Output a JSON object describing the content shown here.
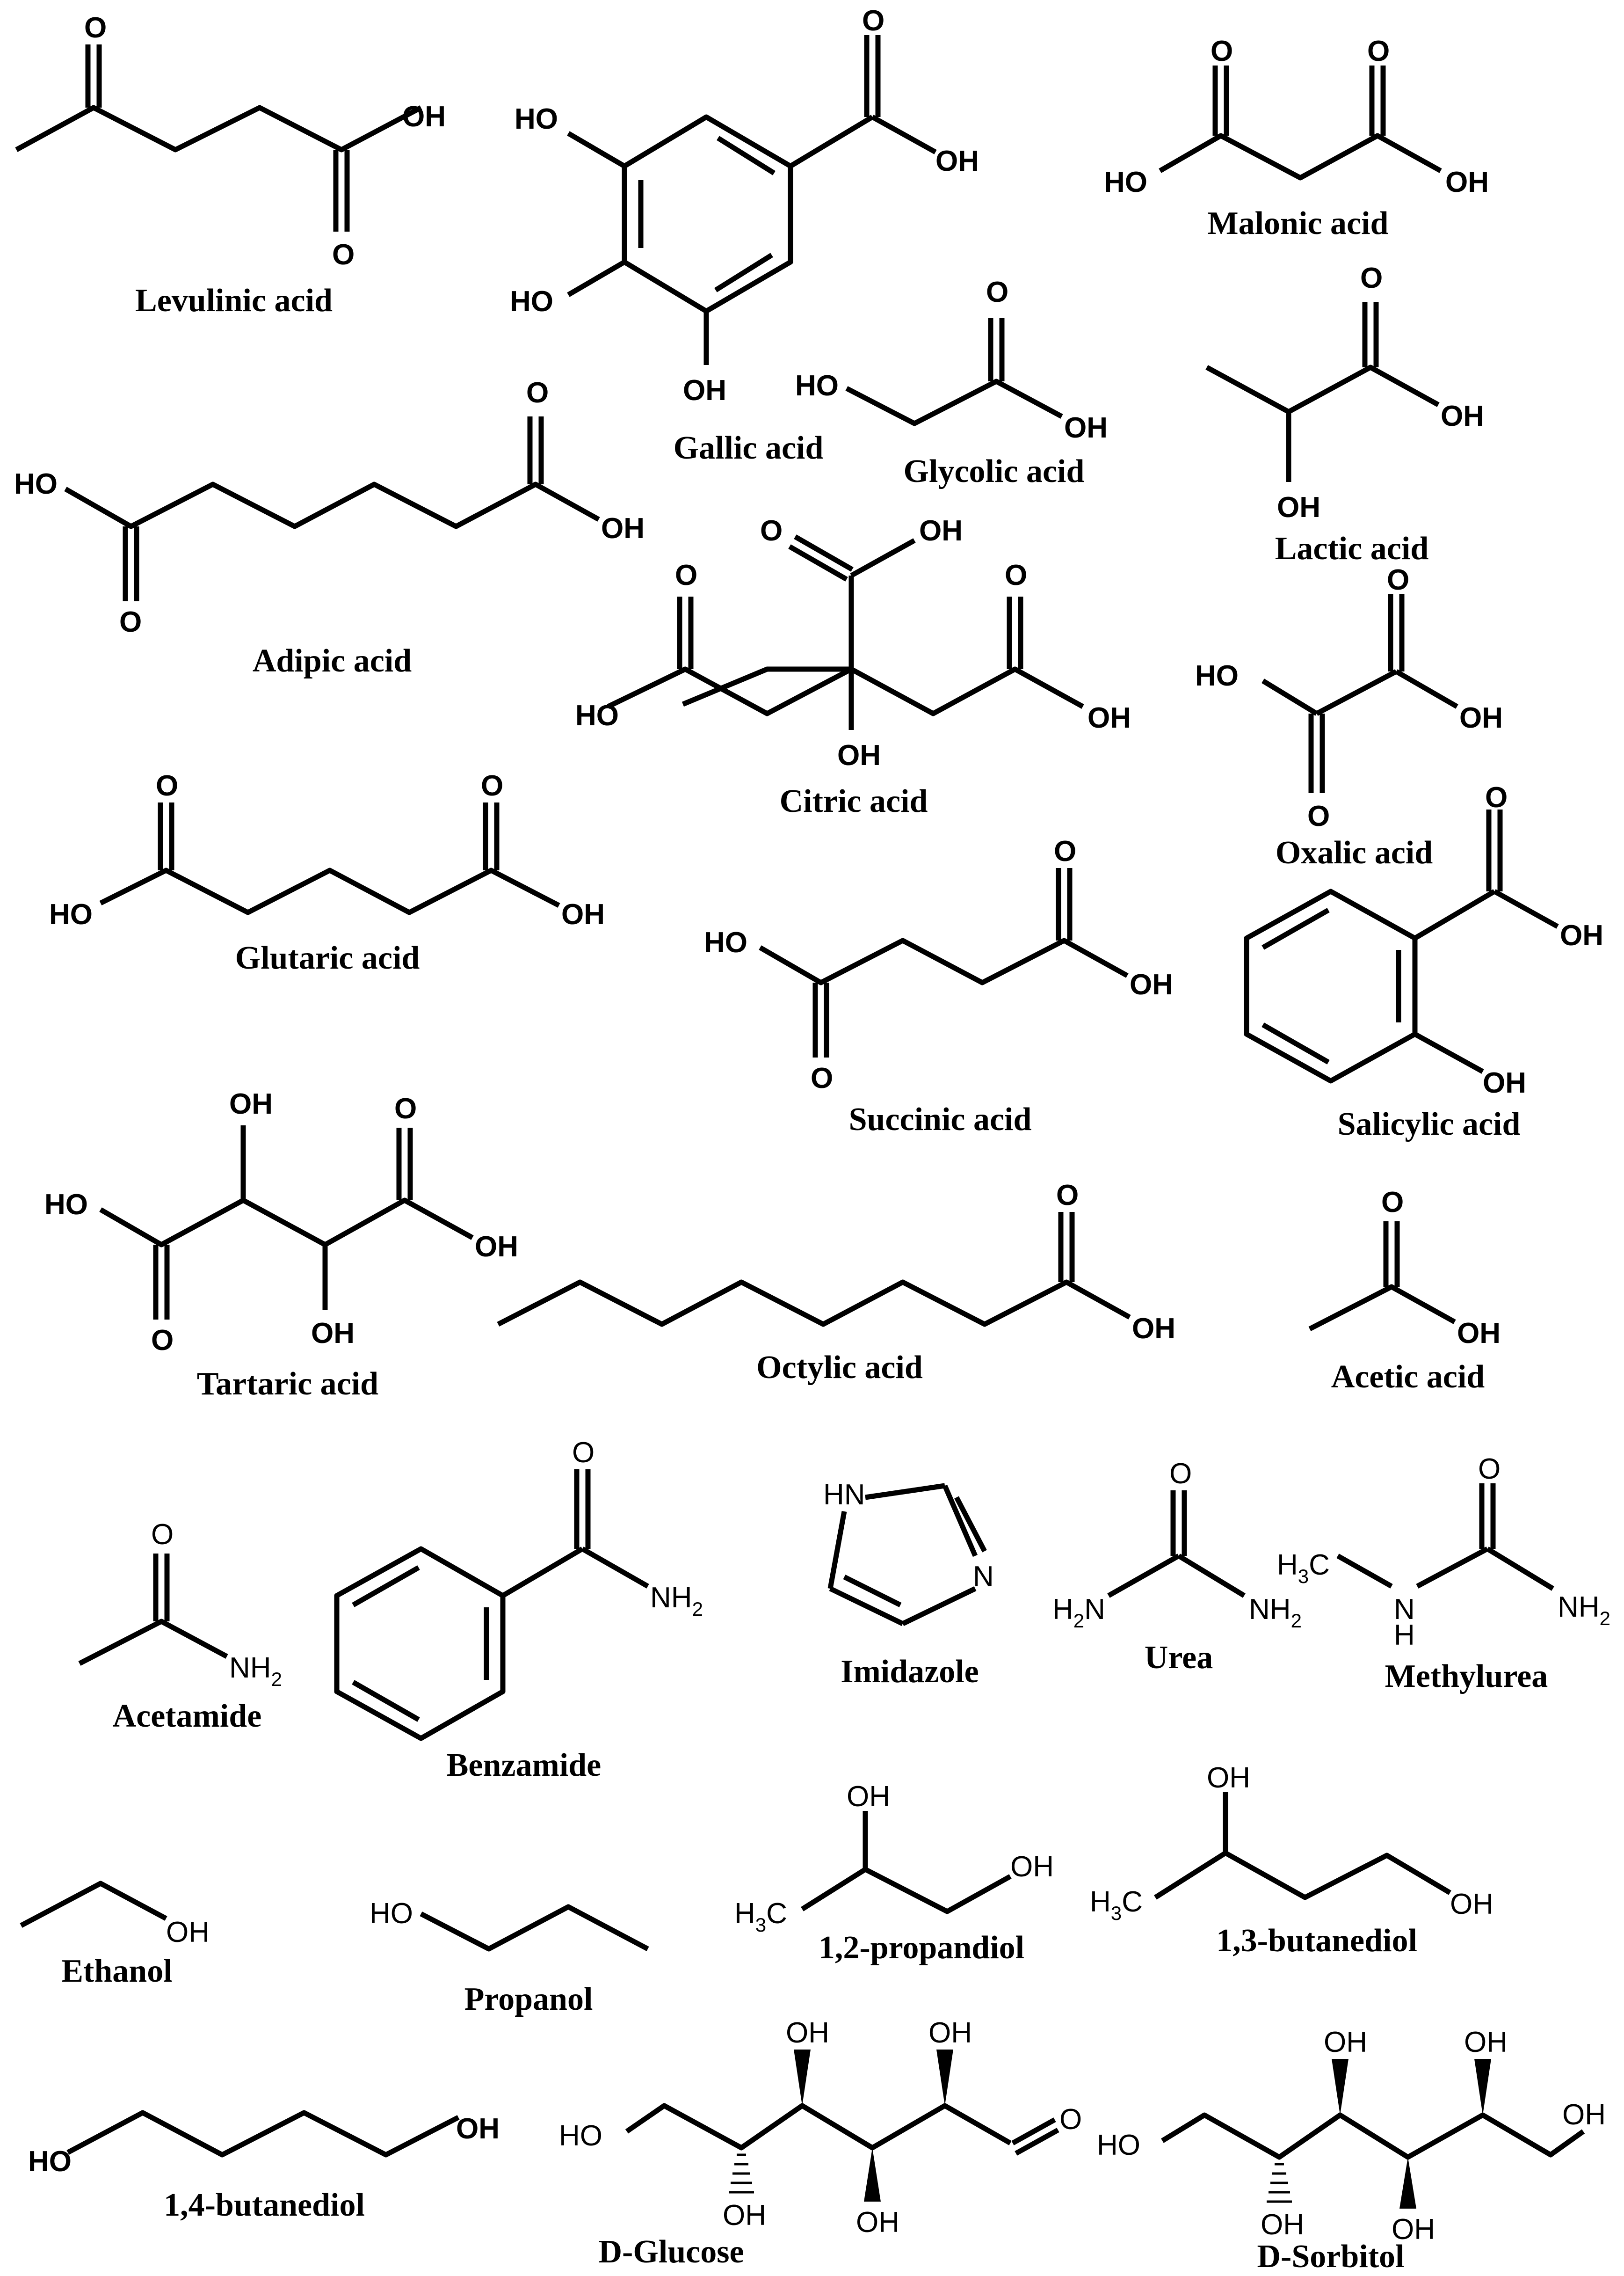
{
  "atoms": {
    "O": "O",
    "OH": "OH",
    "HO": "HO",
    "NH": "NH",
    "HN": "HN",
    "N": "N",
    "H": "H",
    "NH2_main": "NH",
    "NH2_sub": "2",
    "H2N_H": "H",
    "H2N_sub": "2",
    "H2N_N": "N",
    "H3C_H": "H",
    "H3C_sub": "3",
    "H3C_C": "C"
  },
  "compounds": [
    {
      "id": "levulinic-acid",
      "name": "Levulinic acid"
    },
    {
      "id": "gallic-acid",
      "name": "Gallic acid"
    },
    {
      "id": "malonic-acid",
      "name": "Malonic acid"
    },
    {
      "id": "glycolic-acid",
      "name": "Glycolic acid"
    },
    {
      "id": "lactic-acid",
      "name": "Lactic acid"
    },
    {
      "id": "adipic-acid",
      "name": "Adipic acid"
    },
    {
      "id": "citric-acid",
      "name": "Citric acid"
    },
    {
      "id": "oxalic-acid",
      "name": "Oxalic acid"
    },
    {
      "id": "glutaric-acid",
      "name": "Glutaric acid"
    },
    {
      "id": "succinic-acid",
      "name": "Succinic acid"
    },
    {
      "id": "salicylic-acid",
      "name": "Salicylic acid"
    },
    {
      "id": "tartaric-acid",
      "name": "Tartaric acid"
    },
    {
      "id": "octylic-acid",
      "name": "Octylic acid"
    },
    {
      "id": "acetic-acid",
      "name": "Acetic acid"
    },
    {
      "id": "acetamide",
      "name": "Acetamide"
    },
    {
      "id": "benzamide",
      "name": "Benzamide"
    },
    {
      "id": "imidazole",
      "name": "Imidazole"
    },
    {
      "id": "urea",
      "name": "Urea"
    },
    {
      "id": "methylurea",
      "name": "Methylurea"
    },
    {
      "id": "ethanol",
      "name": "Ethanol"
    },
    {
      "id": "propanol",
      "name": "Propanol"
    },
    {
      "id": "propandiol",
      "name": "1,2-propandiol"
    },
    {
      "id": "butanediol-13",
      "name": "1,3-butanediol"
    },
    {
      "id": "butanediol-14",
      "name": "1,4-butanediol"
    },
    {
      "id": "d-glucose",
      "name": "D-Glucose"
    },
    {
      "id": "d-sorbitol",
      "name": "D-Sorbitol"
    }
  ]
}
